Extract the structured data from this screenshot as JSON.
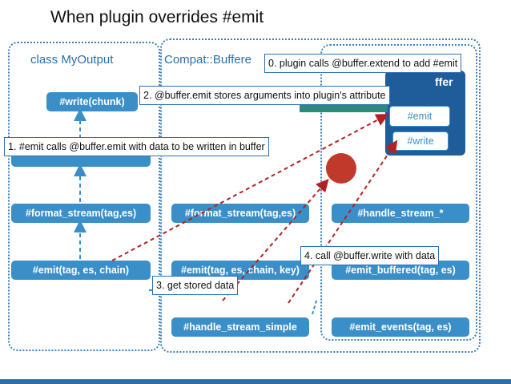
{
  "title": "When plugin overrides #emit",
  "columns": {
    "myoutput": "class MyOutput",
    "compat": "Compat::Buffere",
    "buffer_fragment": "ffer"
  },
  "methods": {
    "write_chunk": "#write(chunk)",
    "format_stream_left": "#format_stream(tag,es)",
    "format_stream_mid": "#format_stream(tag,es)",
    "handle_stream": "#handle_stream_*",
    "emit_left": "#emit(tag, es, chain)",
    "emit_mid": "#emit(tag, es, chain, key)",
    "emit_buffered": "#emit_buffered(tag, es)",
    "handle_stream_simple": "#handle_stream_simple",
    "emit_events": "#emit_events(tag, es)",
    "buffer_emit": "#emit",
    "buffer_write": "#write"
  },
  "notes": {
    "n0": "0. plugin calls @buffer.extend to add #emit",
    "n1": "1. #emit calls @buffer.emit with data to be written in buffer",
    "n2": "2. @buffer.emit stores arguments into plugin's attribute",
    "n3": "3. get stored data",
    "n4": "4. call @buffer.write with data"
  },
  "colors": {
    "pill": "#3a8fc9",
    "panel_border": "#3a7fbf",
    "buffer_box": "#1e5d99",
    "red_dot": "#c0392b",
    "arrow": "#b22222",
    "note_border": "#2f6fb0"
  }
}
